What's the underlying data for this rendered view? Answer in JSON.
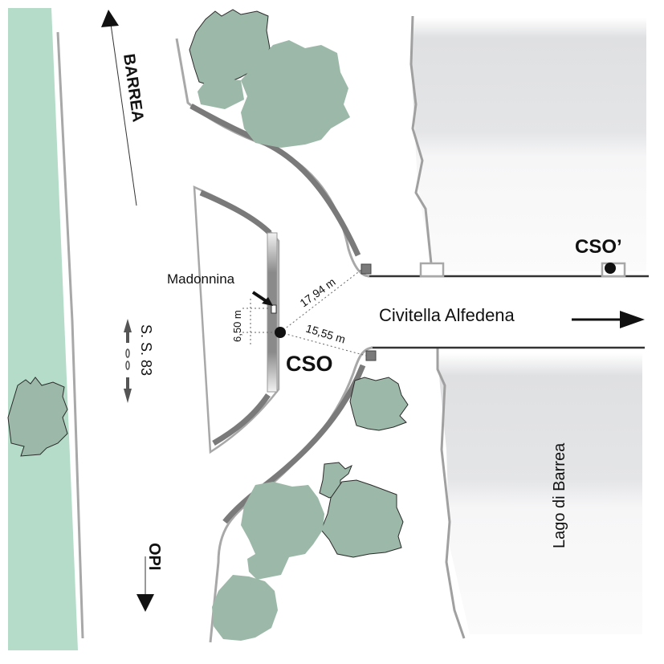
{
  "map": {
    "title": "Site map - CSO near Lago di Barrea",
    "labels": {
      "barrea_direction": "BARREA",
      "opi_direction": "OPI",
      "road_name": "S. S. 83",
      "civitella": "Civitella Alfedena",
      "lake": "Lago  di  Barrea",
      "madonnina": "Madonnina",
      "cso": "CSO",
      "cso_prime": "CSO’"
    },
    "measurements": {
      "dist_to_north_marker": "17,94 m",
      "dist_to_south_marker": "15,55 m",
      "offset_from_madonnina": "6,50 m"
    },
    "colors": {
      "river_green": "#b5dcc9",
      "tree_fill": "#9cb8a8",
      "tree_outline": "#2a2a2a",
      "road_edge_light": "#a8a8a8",
      "road_edge_dark": "#7a7a7a",
      "lake_grey": "#e2e3e5",
      "text": "#111111"
    }
  }
}
